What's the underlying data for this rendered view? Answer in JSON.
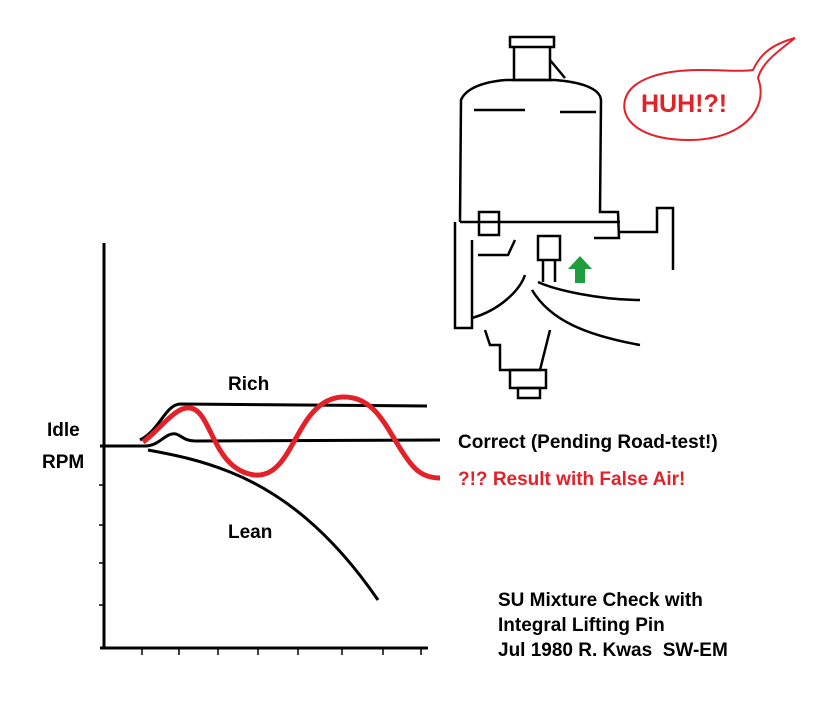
{
  "labels": {
    "rich": "Rich",
    "idle": "Idle",
    "rpm": "RPM",
    "correct": "Correct (Pending Road-test!)",
    "false_air": "?!?  Result with False Air!",
    "lean": "Lean",
    "speech": "HUH!?!"
  },
  "credit": {
    "line1": "SU Mixture Check with",
    "line2": "Integral Lifting Pin",
    "line3": "Jul 1980 R. Kwas  SW-EM"
  },
  "colors": {
    "red": "#e32129",
    "green": "#1f9e3f",
    "ink": "#000000"
  }
}
